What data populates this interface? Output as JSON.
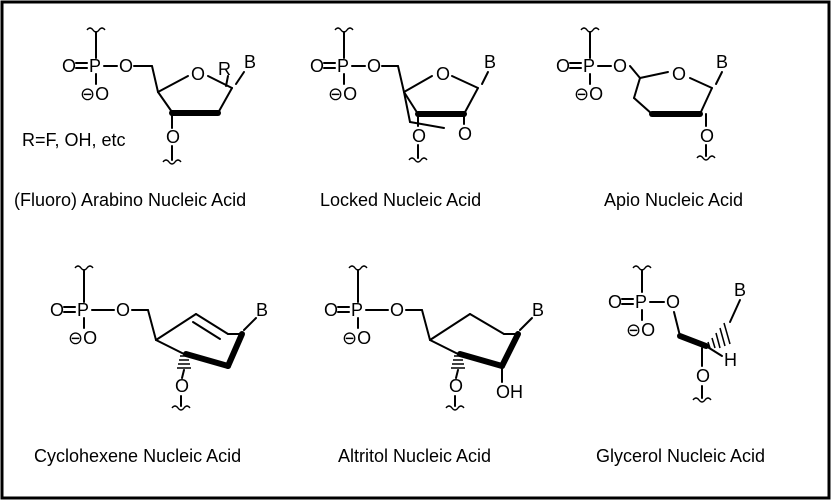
{
  "panels": [
    {
      "caption": "(Fluoro) Arabino Nucleic Acid",
      "atoms": {
        "ring_o": "O",
        "base": "B",
        "sub": "R",
        "o5": "O",
        "p": "P",
        "po": "O",
        "pneg": "⊖O",
        "o3": "O"
      },
      "note": "R=F, OH, etc"
    },
    {
      "caption": "Locked Nucleic Acid",
      "atoms": {
        "ring_o": "O",
        "base": "B",
        "bridge_o": "O",
        "o5": "O",
        "p": "P",
        "po": "O",
        "pneg": "⊖O",
        "o3": "O"
      }
    },
    {
      "caption": "Apio Nucleic Acid",
      "atoms": {
        "ring_o": "O",
        "base": "B",
        "o5": "O",
        "p": "P",
        "po": "O",
        "pneg": "⊖O",
        "o3": "O"
      }
    },
    {
      "caption": "Cyclohexene Nucleic Acid",
      "atoms": {
        "base": "B",
        "o5": "O",
        "p": "P",
        "po": "O",
        "pneg": "⊖O",
        "o3": "O"
      }
    },
    {
      "caption": "Altritol Nucleic Acid",
      "atoms": {
        "base": "B",
        "oh": "OH",
        "o5": "O",
        "p": "P",
        "po": "O",
        "pneg": "⊖O",
        "o3": "O"
      }
    },
    {
      "caption": "Glycerol Nucleic Acid",
      "atoms": {
        "base": "B",
        "h": "H",
        "o5": "O",
        "p": "P",
        "po": "O",
        "pneg": "⊖O",
        "o3": "O"
      }
    }
  ]
}
